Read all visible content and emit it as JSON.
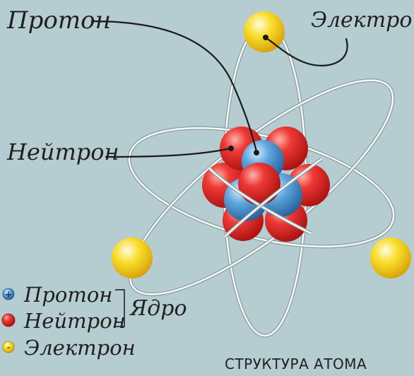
{
  "labels": {
    "proton": "Протон",
    "electron": "Электрон",
    "neutron": "Нейтрон"
  },
  "legend": {
    "items": [
      {
        "symbol": "+",
        "label": "Протон",
        "color": "#5a9bd4"
      },
      {
        "symbol": "",
        "label": "Нейтрон",
        "color": "#e0282b"
      },
      {
        "symbol": "-",
        "label": "Электрон",
        "color": "#f5d61f"
      }
    ],
    "group_label": "Ядро"
  },
  "caption": "СТРУКТУРА АТОМА",
  "colors": {
    "background": "#b5cdd0",
    "proton": "#5a9bd4",
    "neutron": "#e0282b",
    "electron": "#f5d61f",
    "orbit": "#ffffff"
  }
}
